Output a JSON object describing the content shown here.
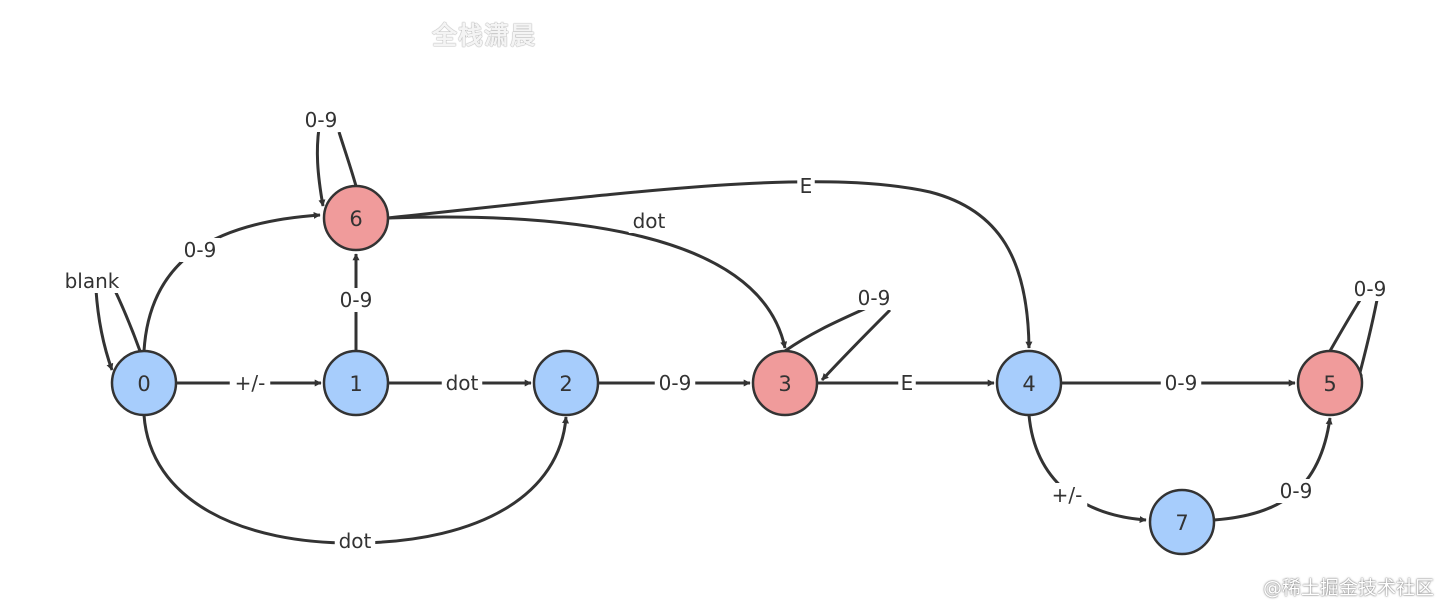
{
  "watermarks": {
    "top": "全栈潇晨",
    "bottom": "@稀土掘金技术社区"
  },
  "colors": {
    "accepting_fill": "#f09b9b",
    "normal_fill": "#a7cdfc",
    "stroke": "#333333"
  },
  "states": [
    {
      "id": "0",
      "label": "0",
      "accepting": false
    },
    {
      "id": "1",
      "label": "1",
      "accepting": false
    },
    {
      "id": "2",
      "label": "2",
      "accepting": false
    },
    {
      "id": "3",
      "label": "3",
      "accepting": true
    },
    {
      "id": "4",
      "label": "4",
      "accepting": false
    },
    {
      "id": "5",
      "label": "5",
      "accepting": true
    },
    {
      "id": "6",
      "label": "6",
      "accepting": true
    },
    {
      "id": "7",
      "label": "7",
      "accepting": false
    }
  ],
  "transitions": [
    {
      "from": "0",
      "to": "0",
      "label": "blank"
    },
    {
      "from": "0",
      "to": "1",
      "label": "+/-"
    },
    {
      "from": "0",
      "to": "6",
      "label": "0-9"
    },
    {
      "from": "0",
      "to": "2",
      "label": "dot"
    },
    {
      "from": "1",
      "to": "6",
      "label": "0-9"
    },
    {
      "from": "1",
      "to": "2",
      "label": "dot"
    },
    {
      "from": "6",
      "to": "6",
      "label": "0-9"
    },
    {
      "from": "6",
      "to": "3",
      "label": "dot"
    },
    {
      "from": "6",
      "to": "4",
      "label": "E"
    },
    {
      "from": "2",
      "to": "3",
      "label": "0-9"
    },
    {
      "from": "3",
      "to": "3",
      "label": "0-9"
    },
    {
      "from": "3",
      "to": "4",
      "label": "E"
    },
    {
      "from": "4",
      "to": "5",
      "label": "0-9"
    },
    {
      "from": "4",
      "to": "7",
      "label": "+/-"
    },
    {
      "from": "5",
      "to": "5",
      "label": "0-9"
    },
    {
      "from": "7",
      "to": "5",
      "label": "0-9"
    }
  ]
}
